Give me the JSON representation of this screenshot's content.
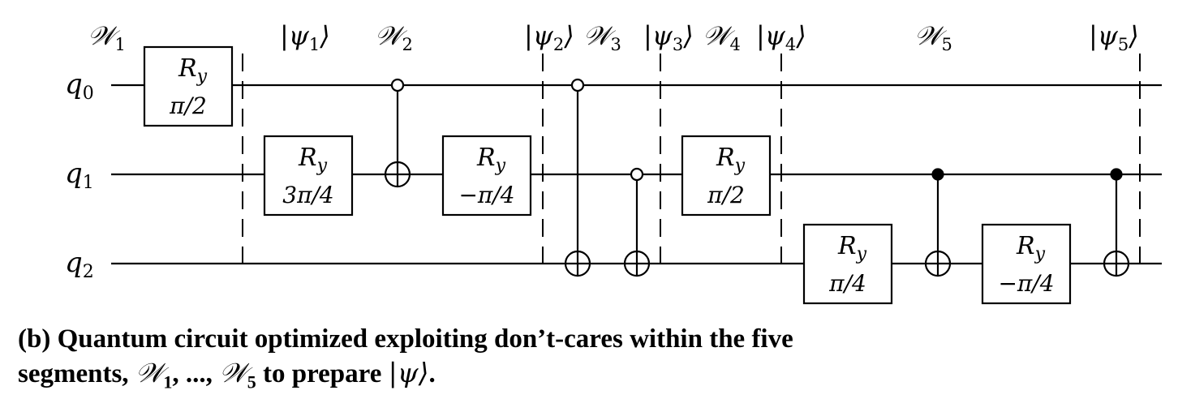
{
  "circuit": {
    "qubits": [
      "q",
      "q",
      "q"
    ],
    "qubit_indices": [
      "0",
      "1",
      "2"
    ],
    "segments": [
      {
        "label": "𝒲",
        "index": "1"
      },
      {
        "label": "𝒲",
        "index": "2"
      },
      {
        "label": "𝒲",
        "index": "3"
      },
      {
        "label": "𝒲",
        "index": "4"
      },
      {
        "label": "𝒲",
        "index": "5"
      }
    ],
    "states": [
      {
        "label": "|ψ",
        "index": "1",
        "close": "⟩"
      },
      {
        "label": "|ψ",
        "index": "2",
        "close": "⟩"
      },
      {
        "label": "|ψ",
        "index": "3",
        "close": "⟩"
      },
      {
        "label": "|ψ",
        "index": "4",
        "close": "⟩"
      },
      {
        "label": "|ψ",
        "index": "5",
        "close": "⟩"
      }
    ],
    "gates": [
      {
        "name": "R",
        "sub": "y",
        "angle": "π/2"
      },
      {
        "name": "R",
        "sub": "y",
        "angle": "3π/4"
      },
      {
        "name": "R",
        "sub": "y",
        "angle": "−π/4"
      },
      {
        "name": "R",
        "sub": "y",
        "angle": "π/2"
      },
      {
        "name": "R",
        "sub": "y",
        "angle": "π/4"
      },
      {
        "name": "R",
        "sub": "y",
        "angle": "−π/4"
      }
    ],
    "controls": [
      {
        "control_qubit": "q0",
        "target_qubit": "q1",
        "control_type": "open"
      },
      {
        "control_qubit": "q0",
        "target_qubit": "q2",
        "control_type": "open"
      },
      {
        "control_qubit": "q1",
        "target_qubit": "q2",
        "control_type": "open"
      },
      {
        "control_qubit": "q1",
        "target_qubit": "q2",
        "control_type": "filled"
      },
      {
        "control_qubit": "q1",
        "target_qubit": "q2",
        "control_type": "filled"
      }
    ]
  },
  "caption": {
    "line1": "(b) Quantum circuit optimized exploiting don’t-cares within the five",
    "line2_prefix": "segments, ",
    "w_symbol": "𝒲",
    "w_first_index": "1",
    "ellipsis": ", ..., ",
    "w_last_index": "5",
    "line2_mid": " to prepare ",
    "psi": "|ψ⟩",
    "line2_end": "."
  }
}
